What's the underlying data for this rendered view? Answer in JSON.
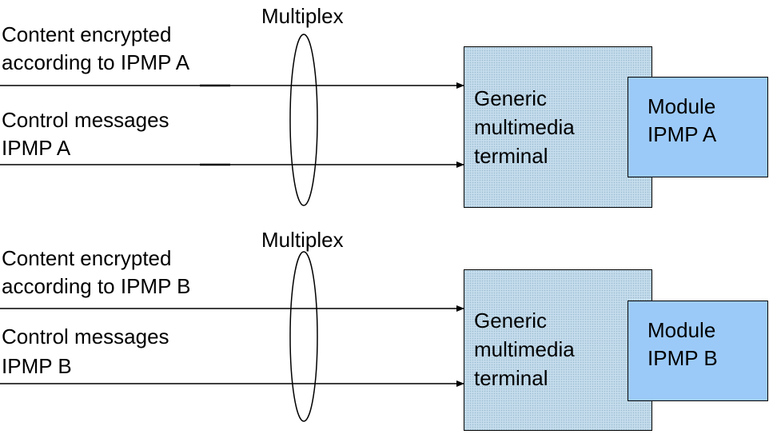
{
  "colors": {
    "terminal_fill": "#c4dcec",
    "module_fill": "#9ccaf8",
    "line": "#000000"
  },
  "groups": [
    {
      "multiplex_label": "Multiplex",
      "content_label": [
        "Content encrypted",
        "according to IPMP A"
      ],
      "control_label": [
        "Control messages",
        "IPMP A"
      ],
      "terminal_label": [
        "Generic",
        "multimedia",
        "terminal"
      ],
      "module_label": [
        "Module",
        "IPMP A"
      ]
    },
    {
      "multiplex_label": "Multiplex",
      "content_label": [
        "Content encrypted",
        "according to IPMP B"
      ],
      "control_label": [
        "Control messages",
        "IPMP B"
      ],
      "terminal_label": [
        "Generic",
        "multimedia",
        "terminal"
      ],
      "module_label": [
        "Module",
        "IPMP B"
      ]
    }
  ]
}
